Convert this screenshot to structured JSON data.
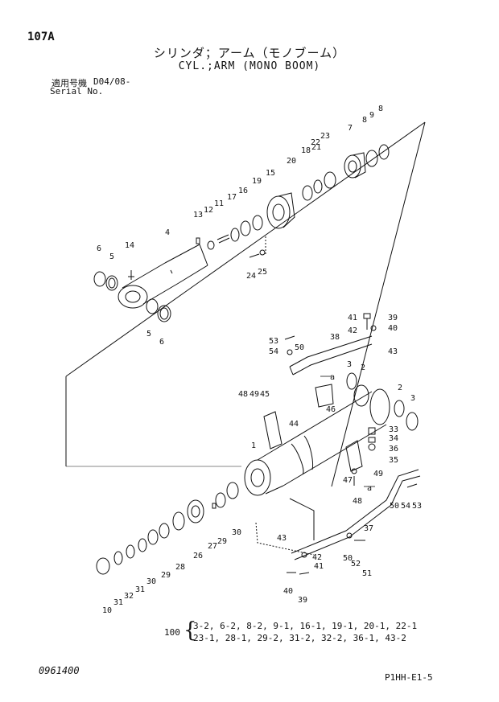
{
  "header": {
    "page_code": "107A",
    "title_jp": "シリンダ；アーム（モノブーム）",
    "title_en": "CYL.;ARM (MONO BOOM)",
    "serial_label_jp": "適用号機",
    "serial_value": "D04/08-",
    "serial_label_en": "Serial No."
  },
  "callouts": {
    "n1": "1",
    "n2": "2",
    "n3": "3",
    "n4": "4",
    "n5": "5",
    "n6": "6",
    "n7": "7",
    "n8": "8",
    "n9": "9",
    "n10": "10",
    "n11": "11",
    "n12": "12",
    "n13": "13",
    "n14": "14",
    "n15": "15",
    "n16": "16",
    "n17": "17",
    "n18": "18",
    "n19": "19",
    "n20": "20",
    "n21": "21",
    "n22": "22",
    "n23": "23",
    "n24": "24",
    "n25": "25",
    "n26": "26",
    "n27": "27",
    "n28": "28",
    "n29": "29",
    "n30": "30",
    "n31": "31",
    "n32": "32",
    "n33": "33",
    "n34": "34",
    "n35": "35",
    "n36": "36",
    "n37": "37",
    "n38": "38",
    "n39": "39",
    "n40": "40",
    "n41": "41",
    "n42": "42",
    "n43": "43",
    "n44": "44",
    "n45": "45",
    "n46": "46",
    "n47": "47",
    "n48": "48",
    "n49": "49",
    "n50": "50",
    "n51": "51",
    "n52": "52",
    "n53": "53",
    "n54": "54",
    "a": "a"
  },
  "quantities": {
    "label": "100",
    "line1": "3-2, 6-2, 8-2, 9-1, 16-1, 19-1, 20-1, 22-1",
    "line2": "23-1, 28-1, 29-2, 31-2, 32-2, 36-1, 43-2"
  },
  "footer": {
    "doc_number": "0961400",
    "sheet_code": "P1HH-E1-5"
  }
}
